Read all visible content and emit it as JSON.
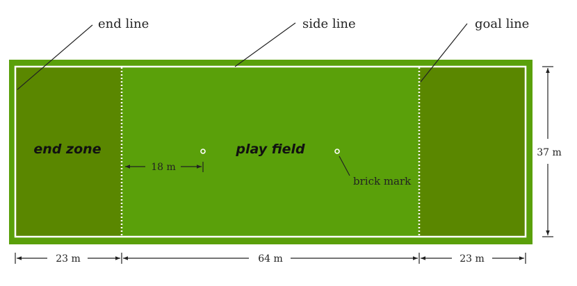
{
  "colors": {
    "field_border": "#5aa00a",
    "play_field": "#5aa00a",
    "end_zone": "#5a8700",
    "lines": "#ffffff",
    "annotation": "#222222"
  },
  "labels": {
    "end_line": "end line",
    "side_line": "side line",
    "goal_line": "goal line",
    "end_zone": "end zone",
    "play_field": "play field",
    "brick_mark": "brick mark"
  },
  "dimensions": {
    "brick_distance": "18 m",
    "width": "37 m",
    "end_zone_left": "23 m",
    "play_field_length": "64 m",
    "end_zone_right": "23 m"
  }
}
